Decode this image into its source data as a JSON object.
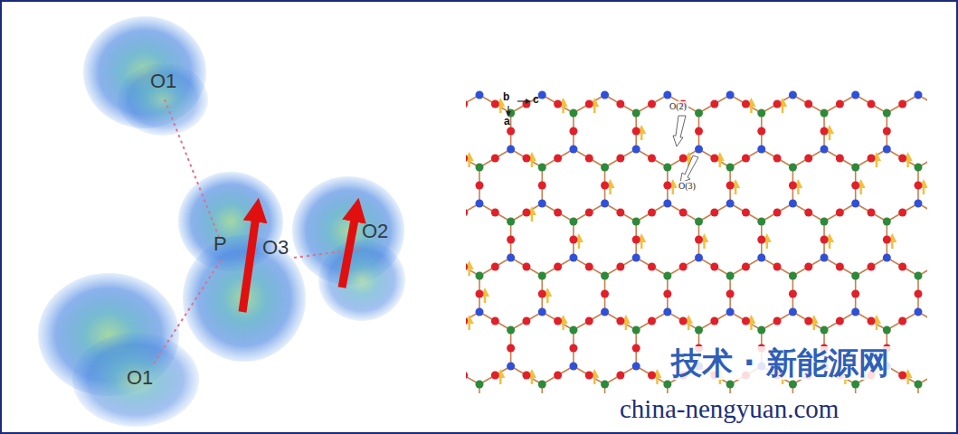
{
  "diagram": {
    "labels": [
      "O1",
      "P",
      "O3",
      "O2",
      "O1",
      "b",
      "c",
      "a",
      "O(2)",
      "O(3)",
      "技术 · 新能源网",
      "china-nengyuan.com"
    ]
  }
}
